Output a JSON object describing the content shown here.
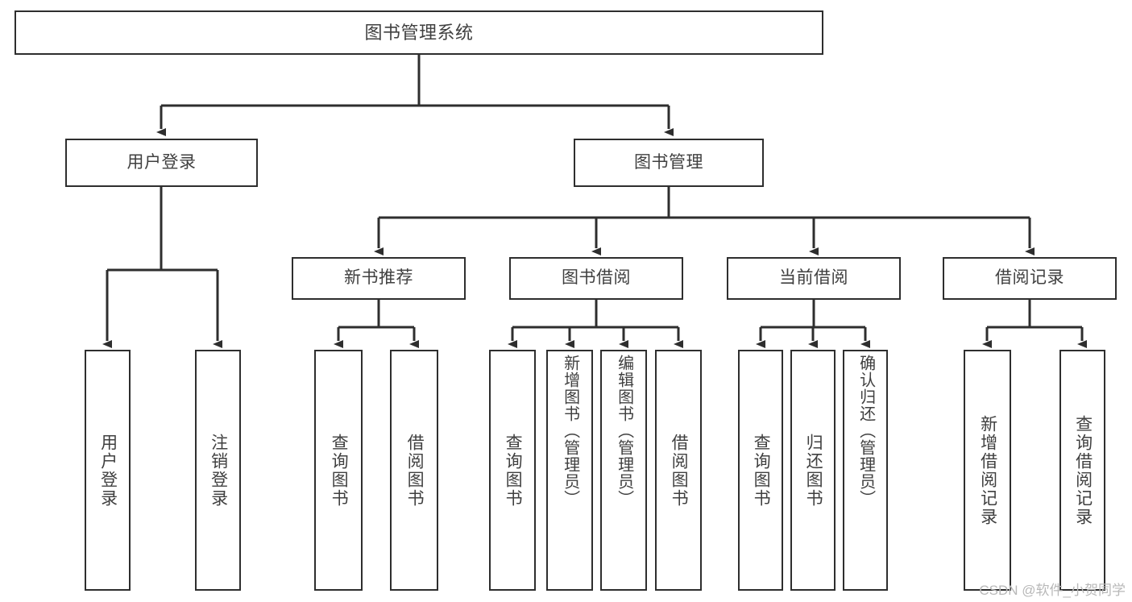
{
  "diagram": {
    "title": "图书管理系统",
    "watermark": "CSDN @软件_小贺同学",
    "colors": {
      "stroke": "#2e2e2e",
      "text": "#404040",
      "background": "#ffffff",
      "watermark": "#b8b8b8"
    },
    "root": {
      "label": "图书管理系统"
    },
    "level2": [
      {
        "label": "用户登录"
      },
      {
        "label": "图书管理"
      }
    ],
    "level3": [
      {
        "label": "新书推荐"
      },
      {
        "label": "图书借阅"
      },
      {
        "label": "当前借阅"
      },
      {
        "label": "借阅记录"
      }
    ],
    "leaves": {
      "user_login": [
        {
          "label": "用户登录"
        },
        {
          "label": "注销登录"
        }
      ],
      "new_book": [
        {
          "label": "查询图书"
        },
        {
          "label": "借阅图书"
        }
      ],
      "borrow_book": [
        {
          "label": "查询图书"
        },
        {
          "label": "新增图书（管理员）"
        },
        {
          "label": "编辑图书（管理员）"
        },
        {
          "label": "借阅图书"
        }
      ],
      "current_borrow": [
        {
          "label": "查询图书"
        },
        {
          "label": "归还图书"
        },
        {
          "label": "确认归还（管理员）"
        }
      ],
      "borrow_record": [
        {
          "label": "新增借阅记录"
        },
        {
          "label": "查询借阅记录"
        }
      ]
    }
  }
}
